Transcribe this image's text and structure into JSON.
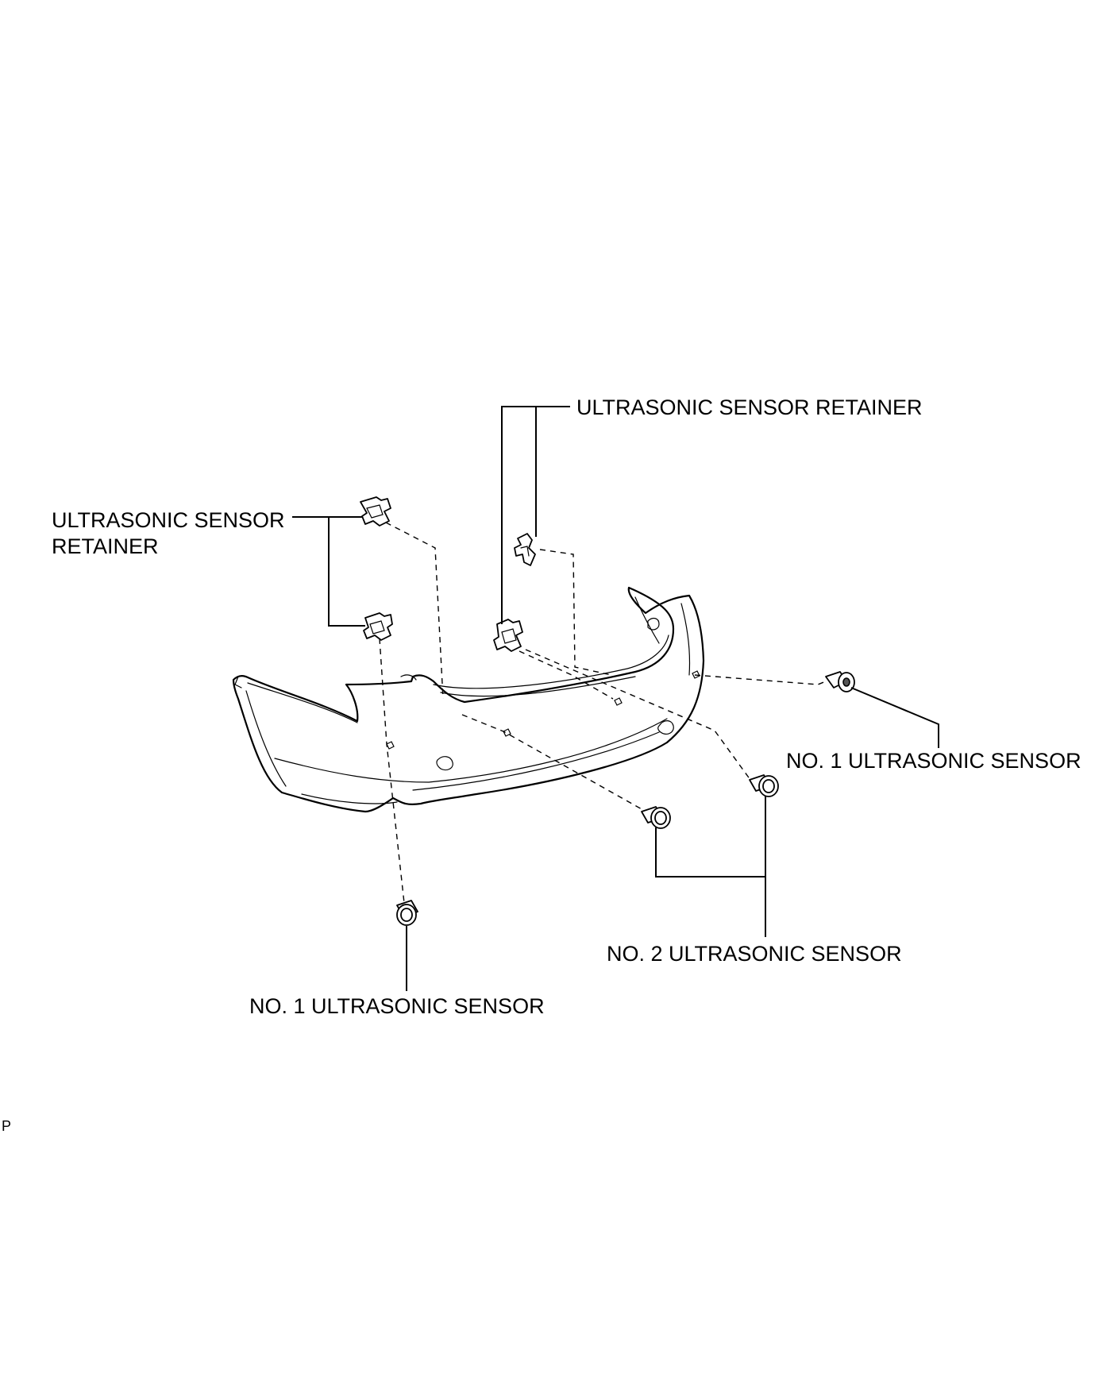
{
  "labels": {
    "retainer_top": "ULTRASONIC SENSOR RETAINER",
    "retainer_left_line1": "ULTRASONIC SENSOR",
    "retainer_left_line2": "RETAINER",
    "sensor1_right": "NO. 1 ULTRASONIC SENSOR",
    "sensor2": "NO. 2 ULTRASONIC SENSOR",
    "sensor1_bottom": "NO. 1 ULTRASONIC SENSOR"
  },
  "corner_mark": "P",
  "icons": {
    "bumper": "rear-bumper-cover",
    "retainer": "sensor-retainer-clip",
    "sensor": "ultrasonic-sensor"
  }
}
